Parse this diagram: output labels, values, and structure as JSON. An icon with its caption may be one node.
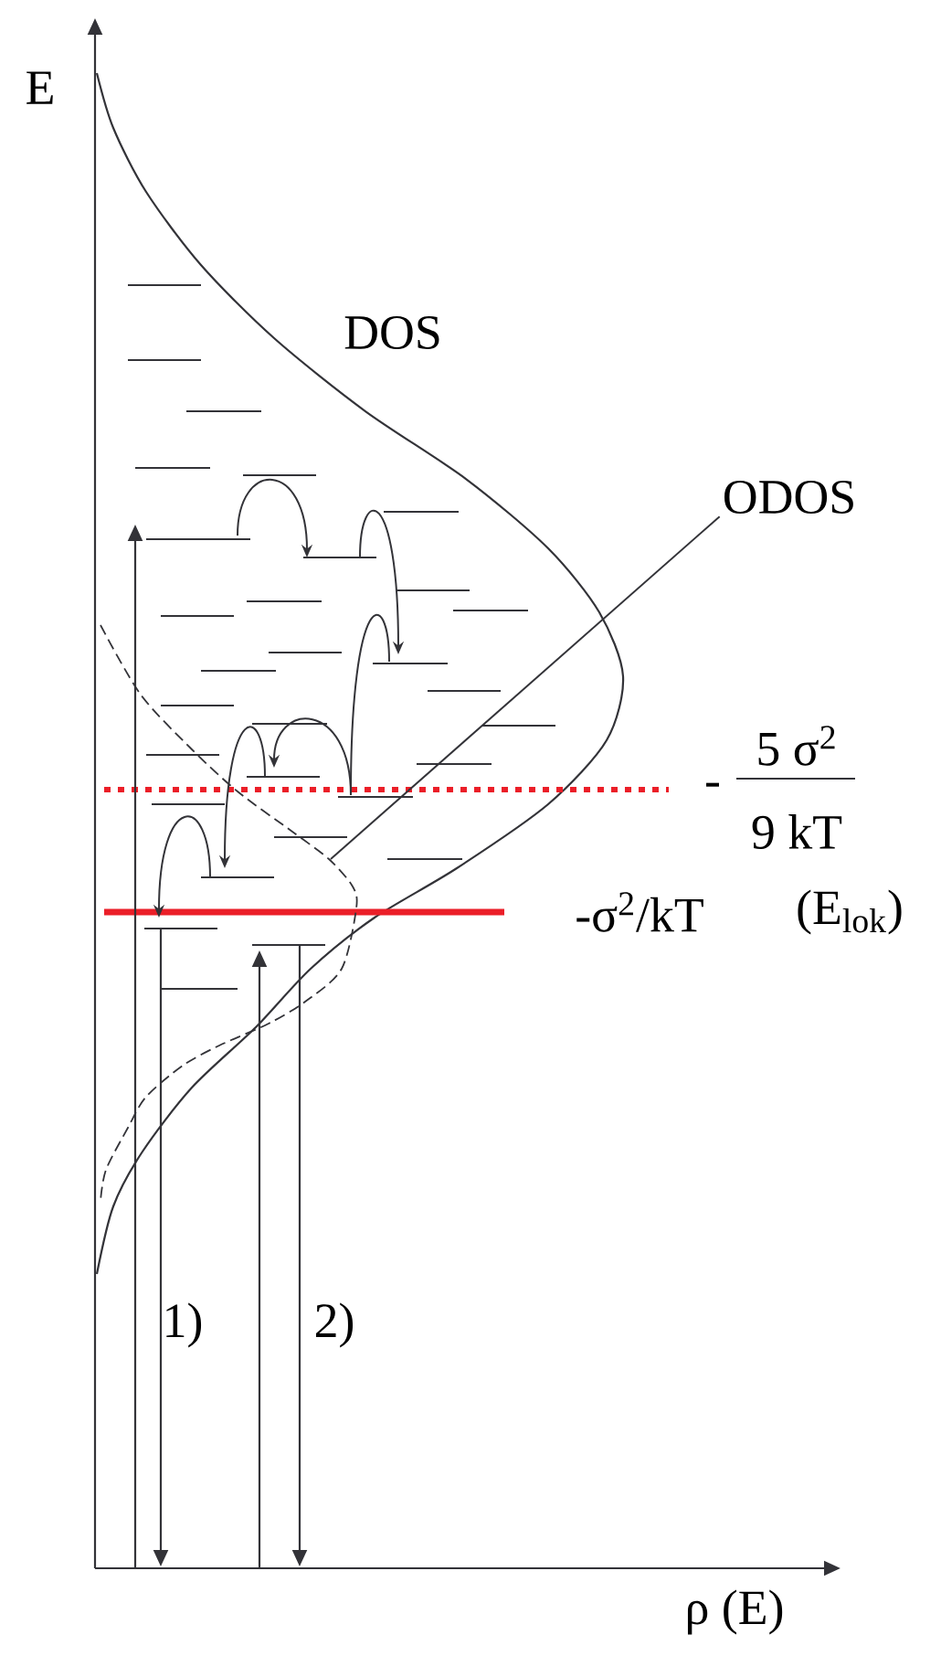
{
  "diagram": {
    "nodes": [
      {
        "text": [
          "ODOS"
        ]
      },
      {
        "text": [],
        "shape": "curve"
      }
    ],
    "edges": [
      {
        "from": 0,
        "to": 1,
        "arrow": "none"
      }
    ],
    "labels": [
      "E",
      "DOS",
      "-",
      "5 σ$^{2}$",
      "9 kT",
      "-σ$^{2}$/kT",
      "(E$_{lok}$)",
      "1)",
      "2)",
      "ρ (E)"
    ]
  }
}
